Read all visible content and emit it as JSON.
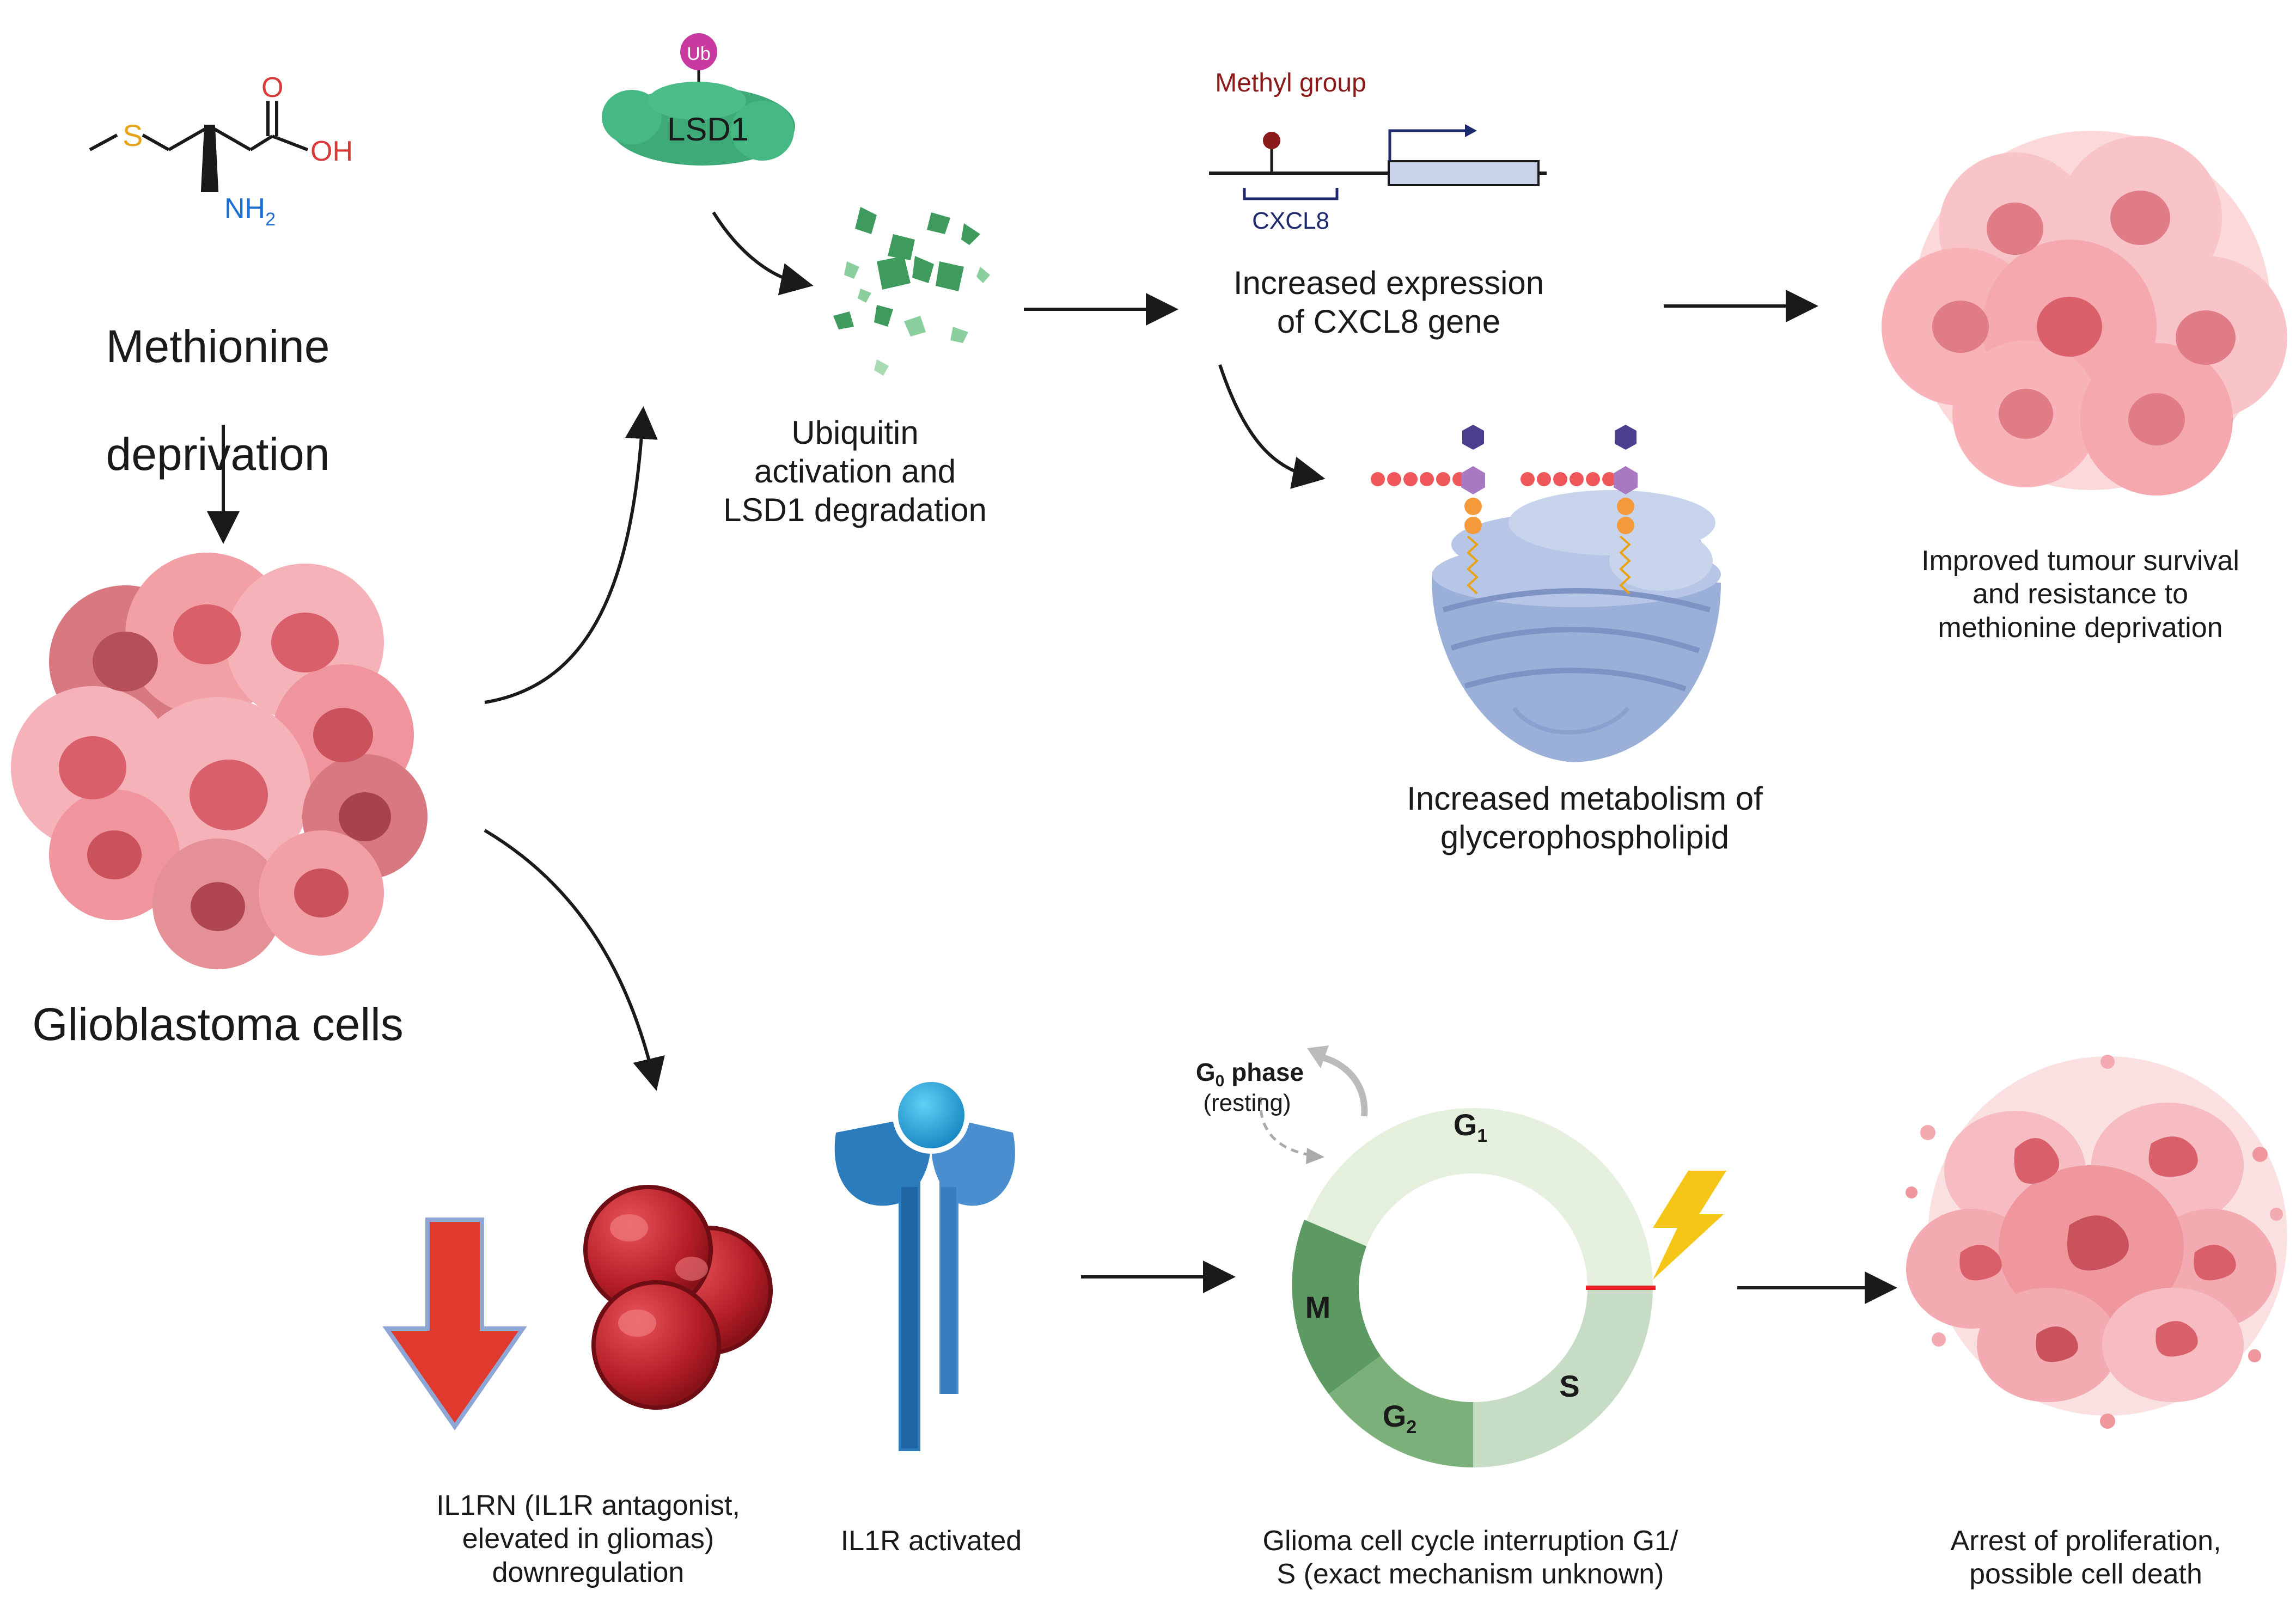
{
  "molecule": {
    "sulfur": "S",
    "oxygen": "O",
    "hydroxyl": "OH",
    "amine": "NH",
    "amine_sub": "2"
  },
  "methionine": {
    "line1": "Methionine",
    "line2": "deprivation"
  },
  "glioblastoma": {
    "label": "Glioblastoma cells"
  },
  "lsd1": {
    "ub": "Ub",
    "protein": "LSD1",
    "caption": "Ubiquitin\nactivation and\nLSD1 degradation"
  },
  "gene": {
    "methyl": "Methyl group",
    "name": "CXCL8",
    "caption": "Increased expression\nof CXCL8 gene"
  },
  "golgi": {
    "caption": "Increased metabolism of\nglycerophospholipid"
  },
  "tumour": {
    "caption": "Improved tumour survival\nand resistance to\nmethionine deprivation"
  },
  "il1rn": {
    "caption": "IL1RN (IL1R antagonist,\nelevated in gliomas)\ndownregulation"
  },
  "il1r": {
    "caption": "IL1R activated"
  },
  "cycle": {
    "g0_main": "G",
    "g0_sub": "0",
    "g0_word": " phase",
    "g0_rest": "(resting)",
    "g1_main": "G",
    "g1_sub": "1",
    "s": "S",
    "g2_main": "G",
    "g2_sub": "2",
    "m": "M",
    "caption": "Glioma cell cycle interruption G1/\nS (exact mechanism unknown)"
  },
  "arrest": {
    "caption": "Arrest of proliferation,\npossible cell death"
  },
  "colors": {
    "arrow": "#1a1a1a",
    "cell_pink": "#f2a0a6",
    "nucleus": "#d9606b",
    "lsd1": "#3daa78",
    "methyl": "#8b1a1a",
    "gene_box": "#c9d3ea",
    "red_arrow": "#e03a2e",
    "receptor": "#2b7bbd",
    "cycle_light": "#e4efdc",
    "cycle_dark": "#5d9a63",
    "lightning": "#f5c518"
  }
}
